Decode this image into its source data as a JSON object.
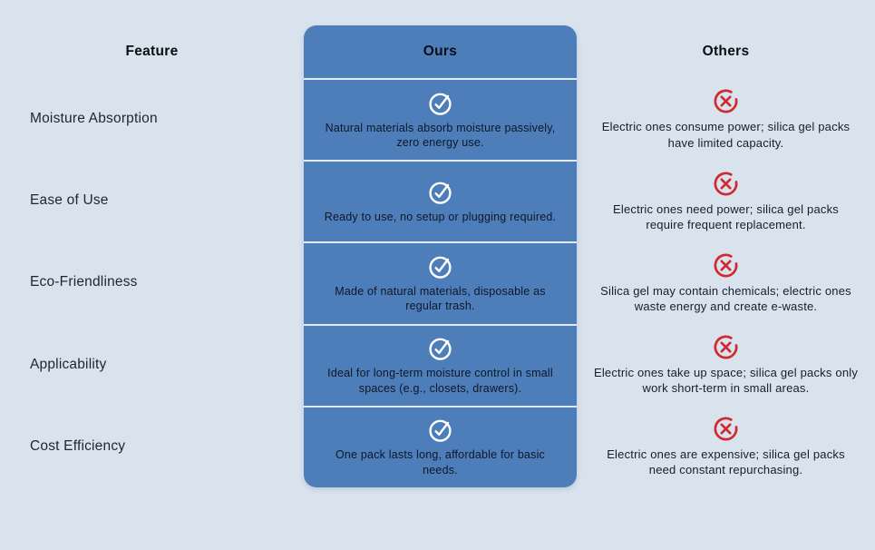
{
  "table": {
    "columns": {
      "feature": "Feature",
      "ours": "Ours",
      "others": "Others"
    },
    "rows": [
      {
        "feature": "Moisture Absorption",
        "ours": "Natural materials absorb moisture passively, zero energy use.",
        "others": "Electric ones consume power; silica gel packs have limited capacity."
      },
      {
        "feature": "Ease of Use",
        "ours": "Ready to use, no setup or plugging required.",
        "others": "Electric ones need power; silica gel packs require frequent replacement."
      },
      {
        "feature": "Eco-Friendliness",
        "ours": "Made of natural materials, disposable as regular trash.",
        "others": "Silica gel may contain chemicals; electric ones waste energy and create e-waste."
      },
      {
        "feature": "Applicability",
        "ours": "Ideal for long-term moisture control in small spaces (e.g., closets, drawers).",
        "others": "Electric ones take up space; silica gel packs only work short-term in small areas."
      },
      {
        "feature": "Cost Efficiency",
        "ours": "One pack lasts long, affordable for basic needs.",
        "others": "Electric ones are expensive; silica gel packs need constant repurchasing."
      }
    ],
    "icons": {
      "ours": "check-circle-icon",
      "others": "x-circle-icon"
    },
    "colors": {
      "background": "#d9e3ee",
      "panel_blue": "#4d7eb9",
      "check_white": "#ffffff",
      "cross_red": "#d2292e",
      "text_dark": "#171d2b"
    }
  }
}
